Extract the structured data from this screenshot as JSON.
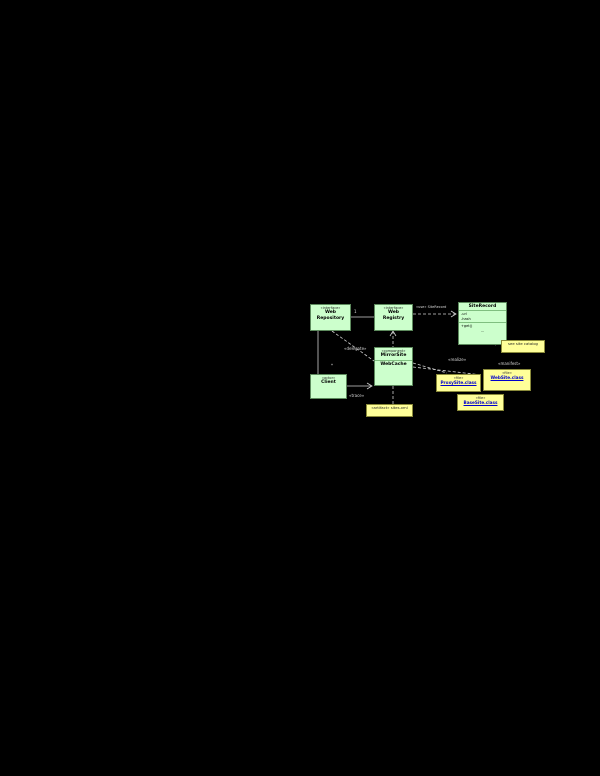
{
  "diagram": {
    "classes": [
      {
        "stereotype": "«interface»",
        "name1": "Web",
        "name2": "Repository"
      },
      {
        "stereotype": "«interface»",
        "name1": "Web",
        "name2": "Registry"
      },
      {
        "name": "SiteRecord",
        "attr1": "-url",
        "attr2": "-hash",
        "op1": "+get()",
        "more": "..."
      },
      {
        "stereotype": "«component»",
        "name1": "MirrorSite",
        "name2": "WebCache"
      },
      {
        "stereotype": "«actor»",
        "name1": "Client"
      }
    ],
    "notes": {
      "right": "see site catalog",
      "bottom": "«artifact» sites.xml",
      "fileA_title": "«file»",
      "fileA_link": "ProxySite.class",
      "fileB_title": "«file»",
      "fileB_link": "WebSite.class",
      "fileC_title": "«file»",
      "fileC_link": "BaseSite.class"
    },
    "labels": {
      "mult1": "1",
      "mult2": "*",
      "use": "«use» SiteRecord",
      "delegate": "«delegate»",
      "trace": "«trace»",
      "realize": "«realize»",
      "manifest": "«manifest»"
    },
    "colors": {
      "class_fill": "#ccffcc",
      "note_fill": "#ffff99",
      "link": "#0000cc"
    }
  }
}
